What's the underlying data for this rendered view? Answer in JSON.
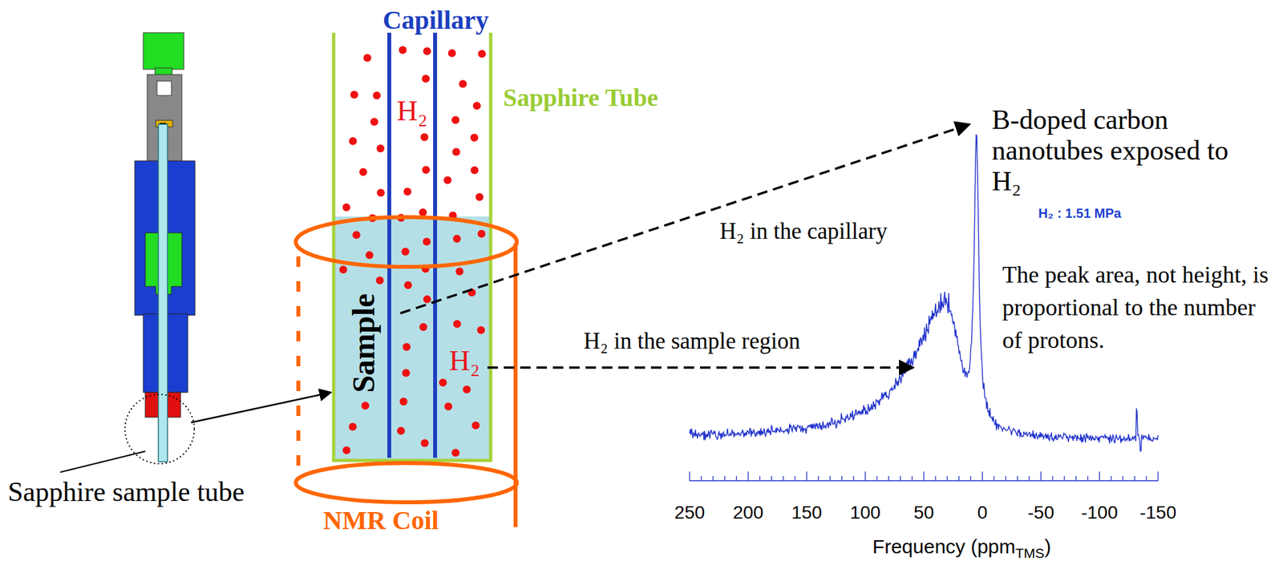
{
  "diagram": {
    "labels": [
      "Capillary",
      "H₂",
      "Sapphire Tube",
      "Sample",
      "H₂",
      "NMR Coil",
      "Sapphire sample tube",
      "H₂ in the capillary",
      "H₂ in the sample region",
      "B-doped carbon nanotubes exposed to H₂",
      "H₂ : 1.51 MPa",
      "The peak area, not height, is proportional to the number of protons.",
      "250",
      "200",
      "150",
      "100",
      "50",
      "0",
      "-50",
      "-100",
      "-150",
      "Frequency (ppm",
      "TMS",
      ")"
    ]
  }
}
